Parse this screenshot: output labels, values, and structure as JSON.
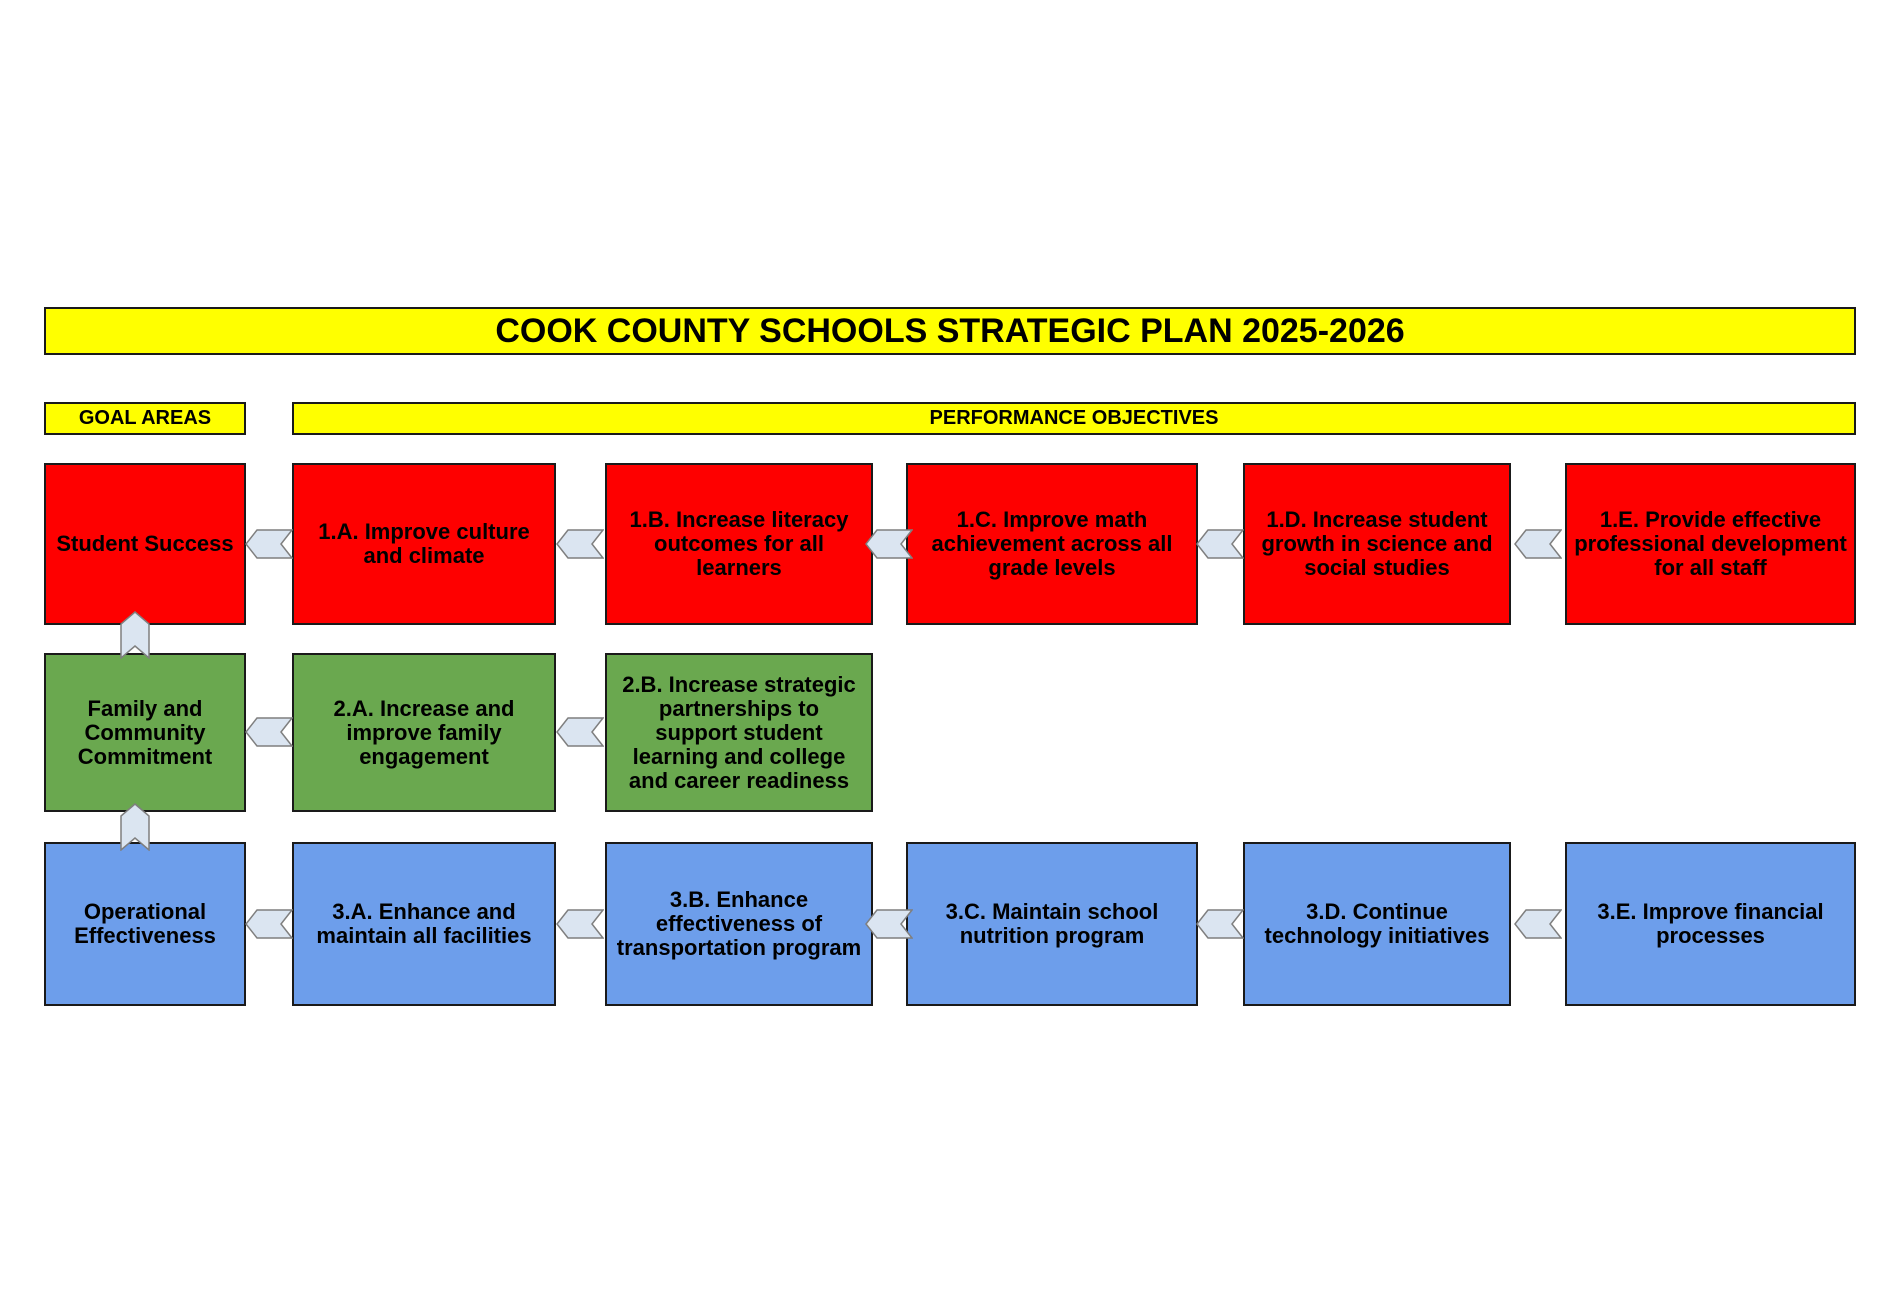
{
  "title": "COOK COUNTY SCHOOLS STRATEGIC PLAN 2025-2026",
  "column_headers": {
    "goal_areas": "GOAL AREAS",
    "performance_objectives": "PERFORMANCE OBJECTIVES"
  },
  "colors": {
    "header_bg": "#ffff00",
    "student_success_row": "#fe0000",
    "family_community_row": "#6aa84f",
    "operational_row": "#6d9eeb",
    "box_border": "#1a1a1a",
    "arrow_fill": "#dbe5f1",
    "arrow_border": "#7f7f7f",
    "text": "#000000",
    "background": "#ffffff"
  },
  "icons": {
    "objective_flow_arrow": "chevron-left",
    "goal_support_arrow": "chevron-up"
  },
  "goal_areas": [
    {
      "label": "Student Success",
      "color": "#fe0000",
      "objectives": [
        {
          "label": "1.A. Improve culture\nand climate"
        },
        {
          "label": "1.B. Increase literacy\noutcomes for all\nlearners"
        },
        {
          "label": "1.C. Improve math\nachievement across all\ngrade levels"
        },
        {
          "label": "1.D. Increase student\ngrowth in science and\nsocial studies"
        },
        {
          "label": "1.E. Provide effective\nprofessional development\nfor all staff"
        }
      ]
    },
    {
      "label": "Family and\nCommunity\nCommitment",
      "color": "#6aa84f",
      "objectives": [
        {
          "label": "2.A. Increase and\nimprove family\nengagement"
        },
        {
          "label": "2.B. Increase strategic\npartnerships to\nsupport student\nlearning and college\nand career readiness"
        }
      ]
    },
    {
      "label": "Operational\nEffectiveness",
      "color": "#6d9eeb",
      "objectives": [
        {
          "label": "3.A. Enhance and\nmaintain all facilities"
        },
        {
          "label": "3.B. Enhance\neffectiveness of\ntransportation program"
        },
        {
          "label": "3.C. Maintain school\nnutrition program"
        },
        {
          "label": "3.D. Continue\ntechnology initiatives"
        },
        {
          "label": "3.E. Improve financial\nprocesses"
        }
      ]
    }
  ]
}
